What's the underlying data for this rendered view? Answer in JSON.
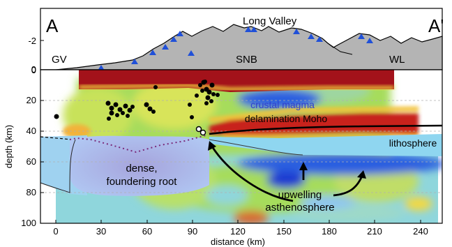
{
  "section": {
    "start_label": "A",
    "end_label": "A'"
  },
  "topography": {
    "labels": {
      "long_valley": "Long Valley",
      "gv": "GV",
      "snb": "SNB",
      "wl": "WL"
    },
    "elevation_ticks": [
      "-2",
      "0"
    ]
  },
  "axes": {
    "ylabel": "depth (km)",
    "xlabel": "distance (km)",
    "y_ticks": [
      "0",
      "20",
      "40",
      "60",
      "80",
      "100"
    ],
    "x_ticks": [
      "0",
      "30",
      "60",
      "90",
      "120",
      "150",
      "180",
      "210",
      "240"
    ]
  },
  "annotations": {
    "crustal_magma": "crustal magma",
    "delamination_moho": "delamination Moho",
    "lithosphere": "lithosphere",
    "dense_root_line1": "dense,",
    "dense_root_line2": "foundering root",
    "upwelling_line1": "upwelling",
    "upwelling_line2": "asthenosphere"
  },
  "colors": {
    "crust_red": "#a3121a",
    "mantle_green": "#a6dc5c",
    "slow_blue": "#2a5fe0",
    "root_blue": "#9fb7f0",
    "topo_gray": "#b4b4b4",
    "station_triangle": "#2050d8"
  }
}
